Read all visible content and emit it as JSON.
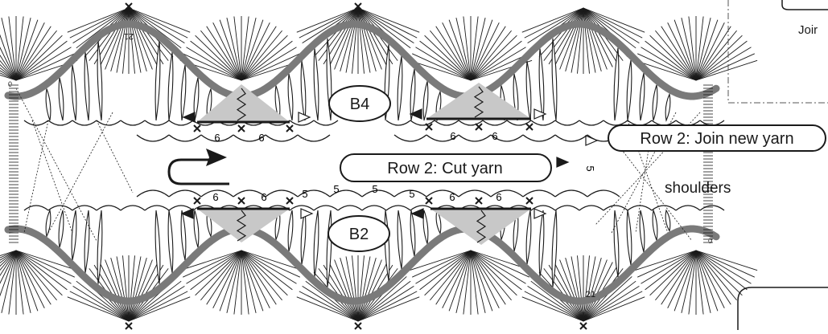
{
  "labels": {
    "b4": "B4",
    "b2": "B2",
    "row2_join": "Row 2:  Join new yarn",
    "row2_cut": "Row 2:  Cut yarn",
    "shoulders": "shoulders",
    "join_partial": "Joir",
    "stitch_count_6": "6",
    "stitch_count_5": "5",
    "row_number_21": "21",
    "row_number_0": "0"
  },
  "colors": {
    "ink": "#1a1a1a",
    "band": "#7a7a7a",
    "shade": "#c8c8c8",
    "paper": "#ffffff"
  }
}
